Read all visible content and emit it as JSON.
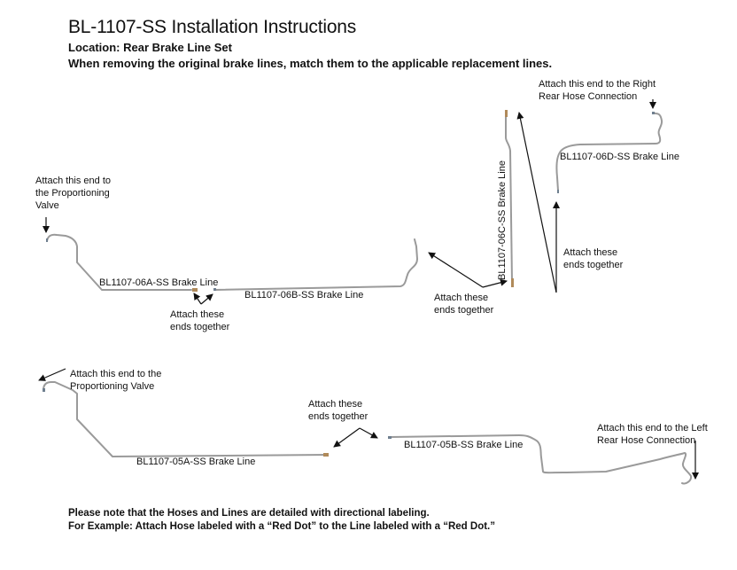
{
  "header": {
    "title": "BL-1107-SS Installation Instructions",
    "location": "Location: Rear Brake Line Set",
    "instruction": "When removing the original brake lines, match them to the applicable replacement lines."
  },
  "lines": {
    "l06a": "BL1107-06A-SS Brake Line",
    "l06b": "BL1107-06B-SS Brake Line",
    "l06c": "BL1107-06C-SS Brake Line",
    "l06d": "BL1107-06D-SS Brake Line",
    "l05a": "BL1107-05A-SS Brake Line",
    "l05b": "BL1107-05B-SS Brake Line"
  },
  "callouts": {
    "prop_valve_top": [
      "Attach this end to",
      "the Proportioning",
      "Valve"
    ],
    "together_1": [
      "Attach these",
      "ends together"
    ],
    "together_2": [
      "Attach these",
      "ends together"
    ],
    "together_3": [
      "Attach these",
      "ends together"
    ],
    "right_rear": [
      "Attach this end to the Right",
      "Rear Hose Connection"
    ],
    "prop_valve_bottom": [
      "Attach this end to the",
      "Proportioning Valve"
    ],
    "together_4": [
      "Attach these",
      "ends together"
    ],
    "left_rear": [
      "Attach this end to the Left",
      "Rear Hose Connection"
    ]
  },
  "notes": {
    "line1": "Please note that the Hoses and Lines are detailed with directional labeling.",
    "line2": "For Example: Attach Hose labeled with a “Red Dot” to the Line labeled with a “Red Dot.”"
  },
  "colors": {
    "line": "#9a9a9a",
    "arrow": "#111111",
    "fitting": "#b08a5a"
  }
}
